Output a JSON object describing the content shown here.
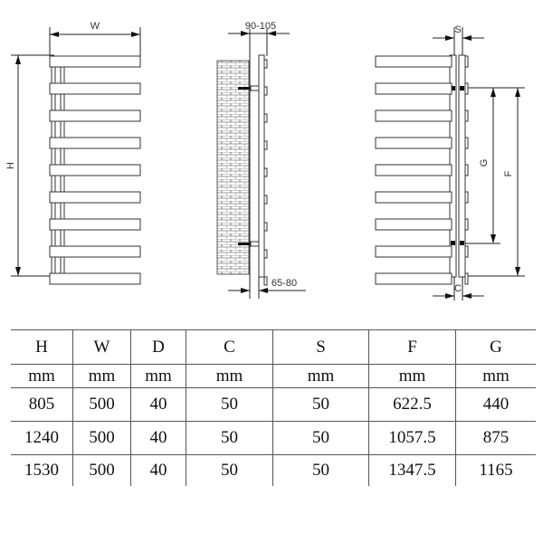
{
  "drawing": {
    "front_view": {
      "width_label": "W",
      "height_label": "H"
    },
    "side_view": {
      "top_dim": "90-105",
      "bottom_dim": "65-80"
    },
    "rear_view": {
      "top_dim": "S",
      "bottom_dim": "C",
      "inner_dim": "G",
      "outer_dim": "F"
    }
  },
  "table": {
    "headers": [
      "H",
      "W",
      "D",
      "C",
      "S",
      "F",
      "G"
    ],
    "units": [
      "mm",
      "mm",
      "mm",
      "mm",
      "mm",
      "mm",
      "mm"
    ],
    "rows": [
      [
        "805",
        "500",
        "40",
        "50",
        "50",
        "622.5",
        "440"
      ],
      [
        "1240",
        "500",
        "40",
        "50",
        "50",
        "1057.5",
        "875"
      ],
      [
        "1530",
        "500",
        "40",
        "50",
        "50",
        "1347.5",
        "1165"
      ]
    ]
  }
}
